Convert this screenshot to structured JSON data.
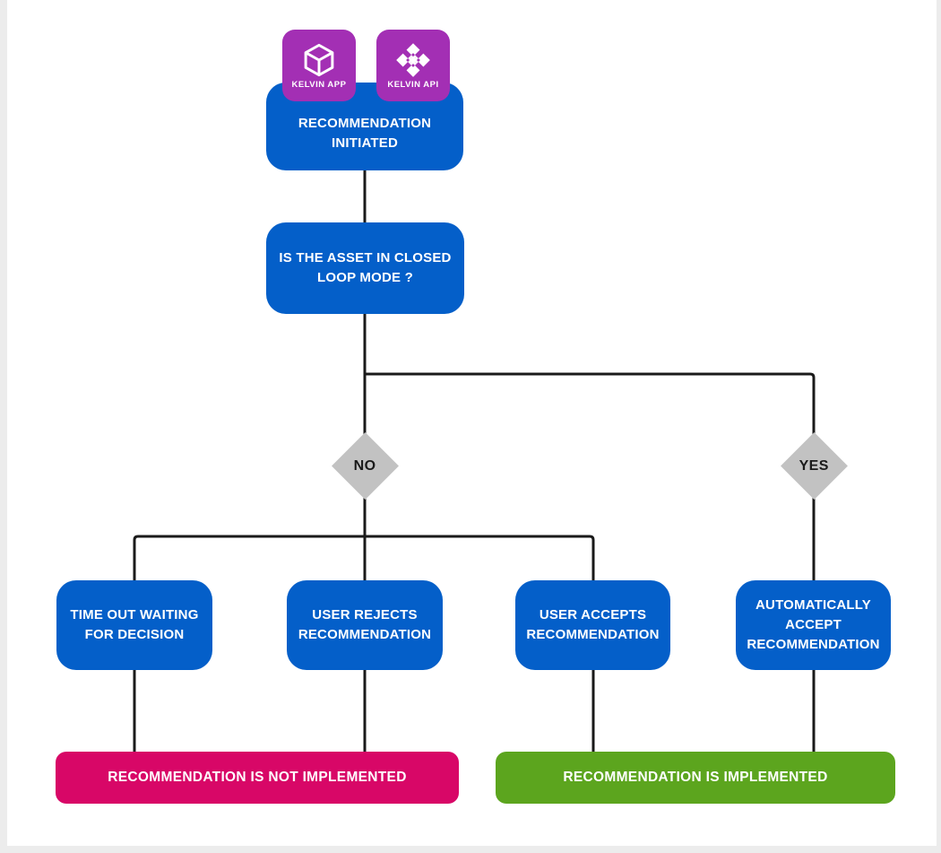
{
  "palette": {
    "blue": "#045FC9",
    "purple": "#A32FB4",
    "pink": "#D80767",
    "green": "#5CA51E",
    "diamond": "#C2C2C2",
    "line": "#1A1A1A",
    "node_text": "#FFFFFF",
    "diamond_text": "#1A1A1A",
    "page_bg": "#ECECEC",
    "sheet_bg": "#FFFFFF"
  },
  "badges": [
    {
      "label": "KELVIN APP",
      "icon": "cube-icon"
    },
    {
      "label": "KELVIN API",
      "icon": "api-arrows-icon"
    }
  ],
  "nodes": {
    "initiated": "RECOMMENDATION INITIATED",
    "question": "IS THE ASSET IN CLOSED LOOP MODE ?",
    "decision_no": "NO",
    "decision_yes": "YES",
    "timeout": "TIME OUT WAITING FOR DECISION",
    "rejects": "USER REJECTS RECOMMENDATION",
    "accepts": "USER ACCEPTS RECOMMENDATION",
    "auto_accept": "AUTOMATICALLY ACCEPT RECOMMENDATION",
    "not_implemented": "RECOMMENDATION IS NOT IMPLEMENTED",
    "implemented": "RECOMMENDATION IS IMPLEMENTED"
  },
  "edges": [
    {
      "from": "recommendation-initiated",
      "to": "closed-loop-question"
    },
    {
      "from": "closed-loop-question",
      "to": "decision-no"
    },
    {
      "from": "closed-loop-question",
      "to": "decision-yes"
    },
    {
      "from": "decision-no",
      "to": "time-out-waiting-for-decision"
    },
    {
      "from": "decision-no",
      "to": "user-rejects-recommendation"
    },
    {
      "from": "decision-no",
      "to": "user-accepts-recommendation"
    },
    {
      "from": "decision-yes",
      "to": "automatically-accept-recommendation"
    },
    {
      "from": "time-out-waiting-for-decision",
      "to": "recommendation-is-not-implemented"
    },
    {
      "from": "user-rejects-recommendation",
      "to": "recommendation-is-not-implemented"
    },
    {
      "from": "user-accepts-recommendation",
      "to": "recommendation-is-implemented"
    },
    {
      "from": "automatically-accept-recommendation",
      "to": "recommendation-is-implemented"
    }
  ]
}
